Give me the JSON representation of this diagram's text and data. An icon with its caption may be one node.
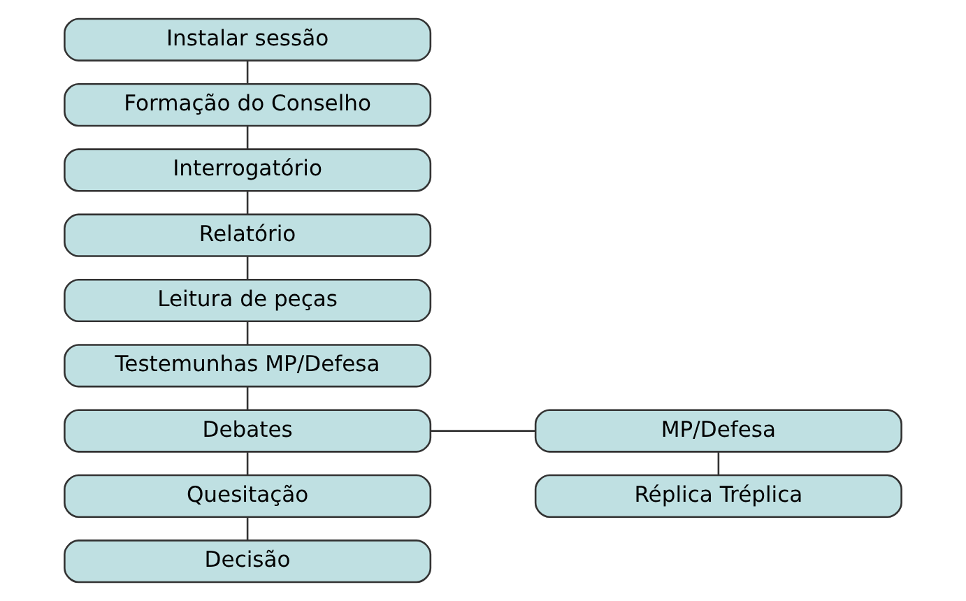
{
  "diagram": {
    "nodes": [
      {
        "text": [
          "Instalar sessão"
        ]
      },
      {
        "text": [
          "Formação do Conselho"
        ]
      },
      {
        "text": [
          "Interrogatório"
        ]
      },
      {
        "text": [
          "Relatório"
        ]
      },
      {
        "text": [
          "Leitura de peças"
        ]
      },
      {
        "text": [
          "Testemunhas MP/Defesa"
        ]
      },
      {
        "text": [
          "Debates"
        ]
      },
      {
        "text": [
          "Quesitação"
        ]
      },
      {
        "text": [
          "Decisão"
        ]
      },
      {
        "text": [
          "MP/Defesa"
        ]
      },
      {
        "text": [
          "Réplica Tréplica"
        ]
      }
    ],
    "edges": [
      {
        "from": 0,
        "to": 1,
        "arrow": "none"
      },
      {
        "from": 1,
        "to": 2,
        "arrow": "none"
      },
      {
        "from": 2,
        "to": 3,
        "arrow": "none"
      },
      {
        "from": 3,
        "to": 4,
        "arrow": "none"
      },
      {
        "from": 4,
        "to": 5,
        "arrow": "none"
      },
      {
        "from": 5,
        "to": 6,
        "arrow": "none"
      },
      {
        "from": 6,
        "to": 7,
        "arrow": "none"
      },
      {
        "from": 7,
        "to": 8,
        "arrow": "none"
      },
      {
        "from": 6,
        "to": 9,
        "arrow": "none"
      },
      {
        "from": 9,
        "to": 10,
        "arrow": "none"
      }
    ]
  }
}
